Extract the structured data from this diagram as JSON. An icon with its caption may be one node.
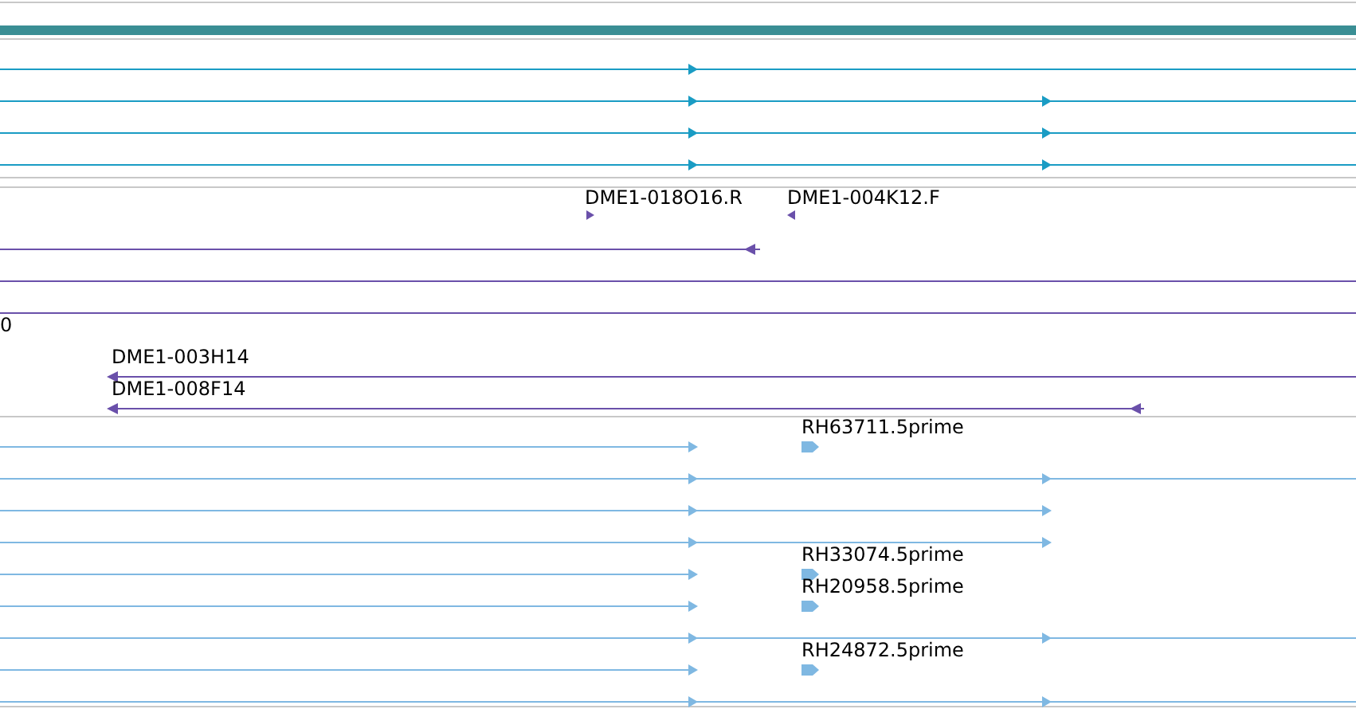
{
  "diagram": {
    "labels": [
      "DME1-018O16.R",
      "DME1-004K12.F",
      "0",
      "DME1-003H14",
      "DME1-008F14",
      "RH63711.5prime",
      "RH33074.5prime",
      "RH20958.5prime",
      "RH24872.5prime"
    ]
  }
}
